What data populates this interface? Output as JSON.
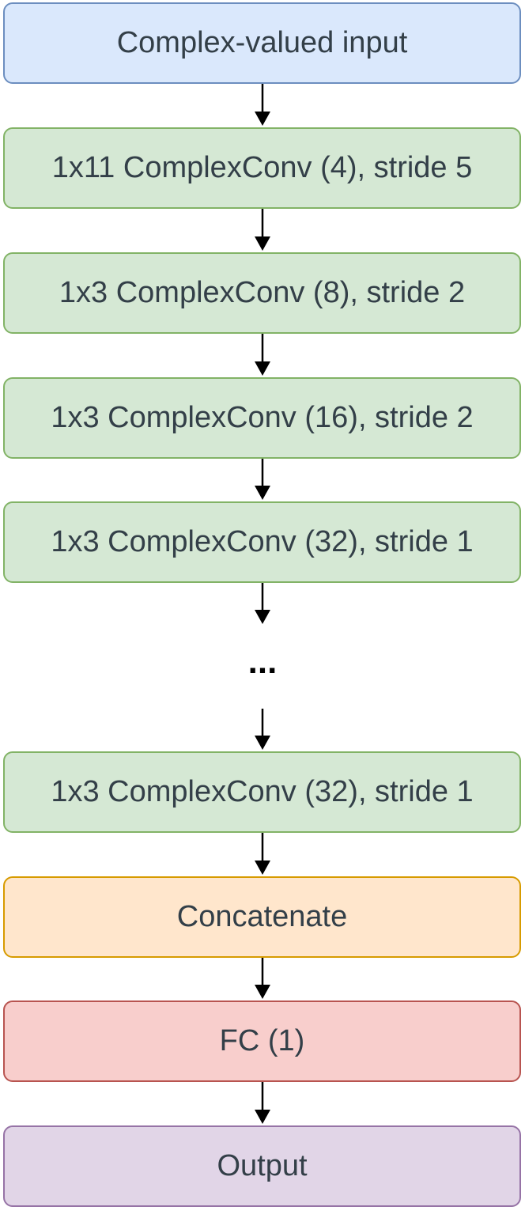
{
  "nodes": [
    {
      "id": "input",
      "label": "Complex-valued input",
      "fill": "#dae8fc",
      "stroke": "#6c8ebf"
    },
    {
      "id": "conv-1",
      "label": "1x11 ComplexConv (4), stride 5",
      "fill": "#d5e8d4",
      "stroke": "#82b366"
    },
    {
      "id": "conv-2",
      "label": "1x3 ComplexConv (8), stride 2",
      "fill": "#d5e8d4",
      "stroke": "#82b366"
    },
    {
      "id": "conv-3",
      "label": "1x3 ComplexConv (16), stride 2",
      "fill": "#d5e8d4",
      "stroke": "#82b366"
    },
    {
      "id": "conv-4",
      "label": "1x3 ComplexConv (32), stride 1",
      "fill": "#d5e8d4",
      "stroke": "#82b366"
    },
    {
      "id": "conv-last",
      "label": "1x3 ComplexConv (32), stride 1",
      "fill": "#d5e8d4",
      "stroke": "#82b366"
    },
    {
      "id": "concatenate",
      "label": "Concatenate",
      "fill": "#ffe6cc",
      "stroke": "#d79b00"
    },
    {
      "id": "fc",
      "label": "FC (1)",
      "fill": "#f8cecc",
      "stroke": "#b85450"
    },
    {
      "id": "output",
      "label": "Output",
      "fill": "#e1d5e7",
      "stroke": "#9673a6"
    }
  ],
  "ellipsis": "...",
  "arrow_color": "#000000"
}
